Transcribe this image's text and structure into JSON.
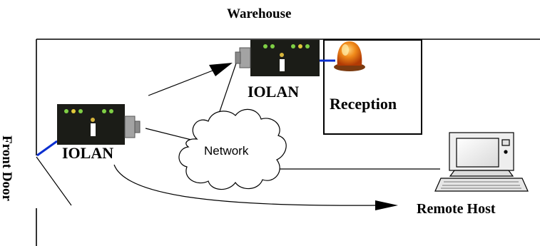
{
  "diagram": {
    "title": "Warehouse",
    "side_label": "Front Door",
    "devices": [
      {
        "label": "IOLAN",
        "position": "front-door"
      },
      {
        "label": "IOLAN",
        "position": "reception"
      }
    ],
    "reception_label": "Reception",
    "network_label": "Network",
    "remote_host_label": "Remote Host",
    "icons": [
      "iolan-device-icon",
      "iolan-device-icon",
      "alarm-beacon-icon",
      "network-cloud-icon",
      "computer-icon"
    ]
  }
}
